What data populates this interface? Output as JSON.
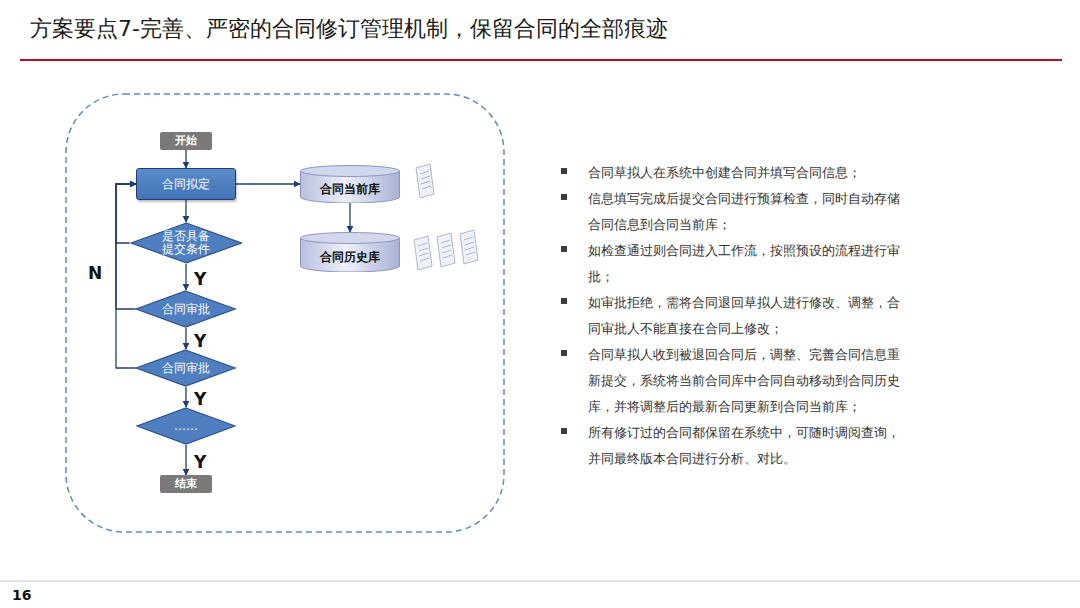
{
  "diagram": {
    "title": "方案要点7-完善、严密的合同修订管理机制，保留合同的全部痕迹",
    "nodes": [
      {
        "text": [
          "开始"
        ]
      },
      {
        "text": [
          "合同拟定"
        ]
      },
      {
        "text": [
          "是否具备提交条件"
        ]
      },
      {
        "text": [
          "合同审批"
        ]
      },
      {
        "text": [
          "合同审批"
        ]
      },
      {
        "text": [
          "……"
        ]
      },
      {
        "text": [
          "结束"
        ]
      },
      {
        "text": [
          "合同当前库"
        ]
      },
      {
        "text": [
          "合同历史库"
        ]
      }
    ],
    "edges": [
      {
        "from": 0,
        "to": 1,
        "arrow": "to"
      },
      {
        "from": 1,
        "to": 2,
        "arrow": "to"
      },
      {
        "from": 2,
        "to": 3,
        "label": "Y",
        "arrow": "to"
      },
      {
        "from": 3,
        "to": 4,
        "label": "Y",
        "arrow": "to"
      },
      {
        "from": 4,
        "to": 5,
        "label": "Y",
        "arrow": "to"
      },
      {
        "from": 5,
        "to": 6,
        "label": "Y",
        "arrow": "to"
      },
      {
        "from": 2,
        "to": 1,
        "arrow": "to"
      },
      {
        "from": 3,
        "to": 1,
        "label": "N",
        "arrow": "to"
      },
      {
        "from": 4,
        "to": 1,
        "arrow": "to"
      },
      {
        "from": 1,
        "to": 7,
        "arrow": "to"
      },
      {
        "from": 7,
        "to": 8,
        "arrow": "to"
      }
    ],
    "labels": [
      "合同草拟人在系统中创建合同并填写合同信息；",
      "信息填写完成后提交合同进行预算检查，同时自动存储合同信息到合同当前库；",
      "如检查通过则合同进入工作流，按照预设的流程进行审批；",
      "如审批拒绝，需将合同退回草拟人进行修改、调整，合同审批人不能直接在合同上修改；",
      "合同草拟人收到被退回合同后，调整、完善合同信息重新提交，系统将当前合同库中合同自动移动到合同历史库，并将调整后的最新合同更新到合同当前库；",
      "所有修订过的合同都保留在系统中，可随时调阅查询，并同最终版本合同进行分析、对比。",
      "16"
    ]
  }
}
